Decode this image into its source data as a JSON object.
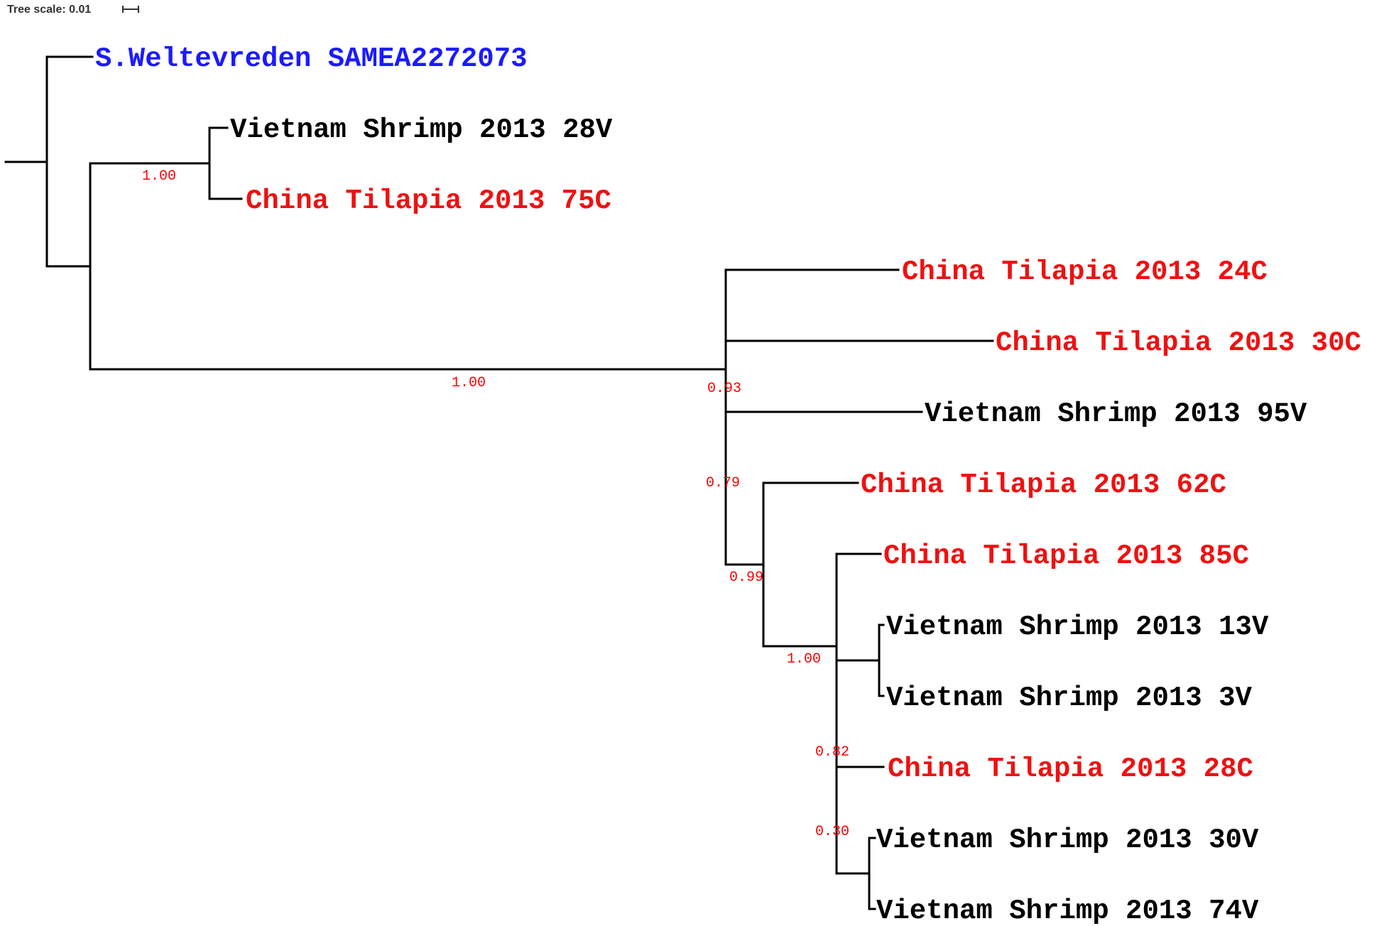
{
  "tree_scale_label": "Tree scale: 0.01",
  "colors": {
    "branch": "#000000",
    "support": "#ff0000",
    "reference": "#1a1aff",
    "china": "#ee1111",
    "vietnam": "#000000"
  },
  "leaves": [
    {
      "label": "S.Weltevreden SAMEA2272073",
      "group": "reference"
    },
    {
      "label": "Vietnam Shrimp 2013 28V",
      "group": "vietnam"
    },
    {
      "label": "China Tilapia 2013 75C",
      "group": "china"
    },
    {
      "label": "China Tilapia 2013 24C",
      "group": "china"
    },
    {
      "label": "China Tilapia 2013 30C",
      "group": "china"
    },
    {
      "label": "Vietnam Shrimp 2013 95V",
      "group": "vietnam"
    },
    {
      "label": "China Tilapia 2013 62C",
      "group": "china"
    },
    {
      "label": "China Tilapia 2013 85C",
      "group": "china"
    },
    {
      "label": "Vietnam Shrimp 2013 13V",
      "group": "vietnam"
    },
    {
      "label": "Vietnam Shrimp 2013 3V",
      "group": "vietnam"
    },
    {
      "label": "China Tilapia 2013 28C",
      "group": "china"
    },
    {
      "label": "Vietnam Shrimp 2013 30V",
      "group": "vietnam"
    },
    {
      "label": "Vietnam Shrimp 2013 74V",
      "group": "vietnam"
    }
  ],
  "support_values": [
    {
      "node": "vietnam28v-china75c",
      "value": "1.00"
    },
    {
      "node": "ingroup",
      "value": "1.00"
    },
    {
      "node": "ingroup-polytomy",
      "value": "0.93"
    },
    {
      "node": "subclade-62c",
      "value": "0.79"
    },
    {
      "node": "subclade-85c",
      "value": "0.99"
    },
    {
      "node": "subclade-13v-3v",
      "value": "1.00"
    },
    {
      "node": "subclade-28c",
      "value": "0.82"
    },
    {
      "node": "subclade-30v-74v",
      "value": "0.30"
    }
  ]
}
